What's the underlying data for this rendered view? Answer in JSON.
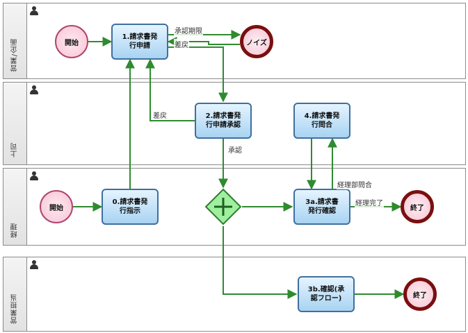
{
  "lanes": [
    {
      "title": "営業/企画"
    },
    {
      "title": "上司"
    },
    {
      "title": "経理"
    },
    {
      "title": "営業担当"
    }
  ],
  "events": {
    "start_top": "開始",
    "start_mid": "開始",
    "end_top": "ノイズ",
    "end_mid": "終了",
    "end_bottom": "終了"
  },
  "tasks": {
    "t1": "1.請求書発\n行申請",
    "t2": "2.請求書発\n行申請承認",
    "t4": "4.請求書発\n行問合",
    "t0": "0.請求書発\n行指示",
    "t3a": "3a.請求書\n発行確認",
    "t3b": "3b.確認(承\n認フロー)"
  },
  "flow_labels": {
    "to_noise": "承認期限",
    "loop_back": "差戻",
    "reject": "差戻",
    "approve": "承認",
    "inquiry": "経理部問合",
    "done": "経理完了"
  },
  "colors": {
    "flow_line": "#2e8b2e",
    "task_border": "#3f6f9d",
    "gateway_fill": "#9ef09e"
  }
}
